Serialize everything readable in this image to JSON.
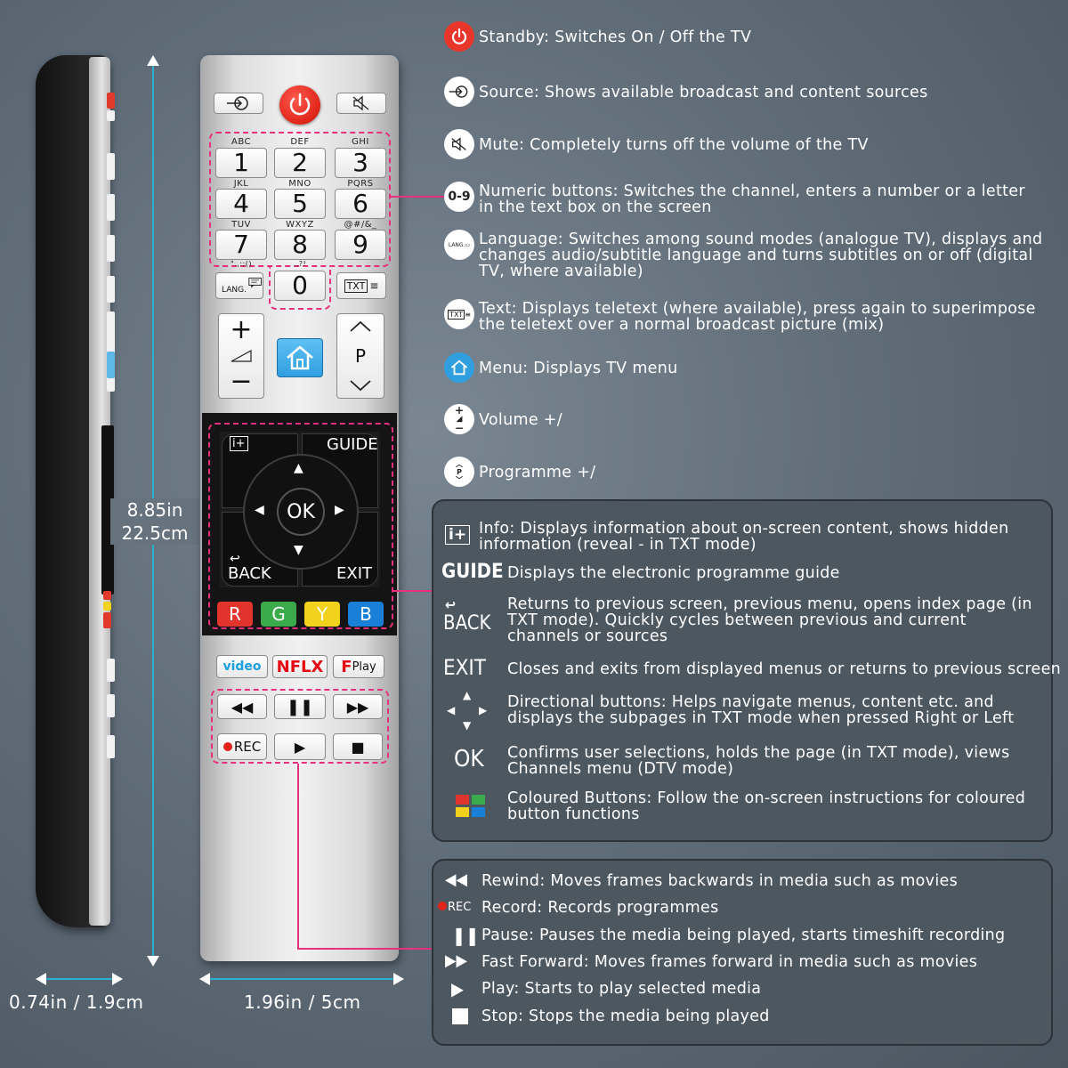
{
  "dimensions": {
    "height_in": "8.85in",
    "height_cm": "22.5cm",
    "depth": "0.74in / 1.9cm",
    "width": "1.96in / 5cm"
  },
  "remote": {
    "num_letters": [
      "ABC",
      "DEF",
      "GHI",
      "JKL",
      "MNO",
      "PQRS",
      "TUV",
      "WXYZ",
      "@#/&_",
      "\".,:;()",
      "",
      ".,?!"
    ],
    "num_digits": [
      "1",
      "2",
      "3",
      "4",
      "5",
      "6",
      "7",
      "8",
      "9",
      "0"
    ],
    "lang_label": "LANG.",
    "txt_label": "TXT",
    "p_label": "P",
    "guide_label": "GUIDE",
    "ok_label": "OK",
    "back_label": "BACK",
    "exit_label": "EXIT",
    "info_label": "i+",
    "colors": [
      {
        "label": "R",
        "color": "#e0342c"
      },
      {
        "label": "G",
        "color": "#3aaa4a"
      },
      {
        "label": "Y",
        "color": "#f2d21c"
      },
      {
        "label": "B",
        "color": "#1a7fd6"
      }
    ],
    "video_label": "video",
    "nflx_label": "NFLX",
    "fplay_label": "Play",
    "rec_label": "REC"
  },
  "legend_top": [
    {
      "icon": "power-icon",
      "text": "Standby: Switches On / Off the TV"
    },
    {
      "icon": "source-icon",
      "text": "Source: Shows available broadcast and content sources"
    },
    {
      "icon": "mute-icon",
      "text": "Mute: Completely turns off the volume of the TV"
    },
    {
      "icon": "numeric-icon",
      "label": "0-9",
      "text": "Numeric buttons: Switches the channel, enters a number or a letter in the text box on the screen"
    },
    {
      "icon": "language-icon",
      "label": "LANG.",
      "text": "Language: Switches among sound modes (analogue TV), displays and changes audio/subtitle language and turns subtitles on or off (digital TV, where available)"
    },
    {
      "icon": "text-icon",
      "label": "TXT",
      "text": "Text: Displays teletext (where available), press again to superimpose the teletext over a normal broadcast picture (mix)"
    },
    {
      "icon": "home-icon",
      "text": "Menu: Displays TV menu"
    },
    {
      "icon": "volume-icon",
      "text": "Volume +/"
    },
    {
      "icon": "programme-icon",
      "label": "P",
      "text": "Programme +/"
    }
  ],
  "legend_panel1": [
    {
      "key": "i+",
      "text": "Info: Displays information about on-screen content, shows hidden information (reveal - in TXT mode)"
    },
    {
      "key": "GUIDE",
      "text": "Displays the electronic programme guide"
    },
    {
      "key": "BACK",
      "text": "Returns to previous screen, previous menu, opens index page (in TXT mode). Quickly cycles between previous and current channels or sources"
    },
    {
      "key": "EXIT",
      "text": "Closes and exits from displayed menus or returns to previous screen"
    },
    {
      "key": "arrows",
      "text": "Directional buttons: Helps navigate menus, content etc. and displays the subpages in TXT mode when pressed Right or Left"
    },
    {
      "key": "OK",
      "text": "Confirms user selections, holds the page (in TXT mode), views Channels menu (DTV mode)"
    },
    {
      "key": "colors",
      "text": "Coloured Buttons: Follow the on-screen instructions for coloured button functions"
    }
  ],
  "legend_panel2": [
    {
      "key": "rewind",
      "text": "Rewind: Moves frames backwards in media such as movies"
    },
    {
      "key": "REC",
      "text": "Record: Records programmes"
    },
    {
      "key": "pause",
      "text": "Pause: Pauses the media being played, starts timeshift recording"
    },
    {
      "key": "forward",
      "text": "Fast Forward: Moves frames forward in media such as movies"
    },
    {
      "key": "play",
      "text": "Play: Starts to play selected media"
    },
    {
      "key": "stop",
      "text": "Stop: Stops the media being played"
    }
  ]
}
